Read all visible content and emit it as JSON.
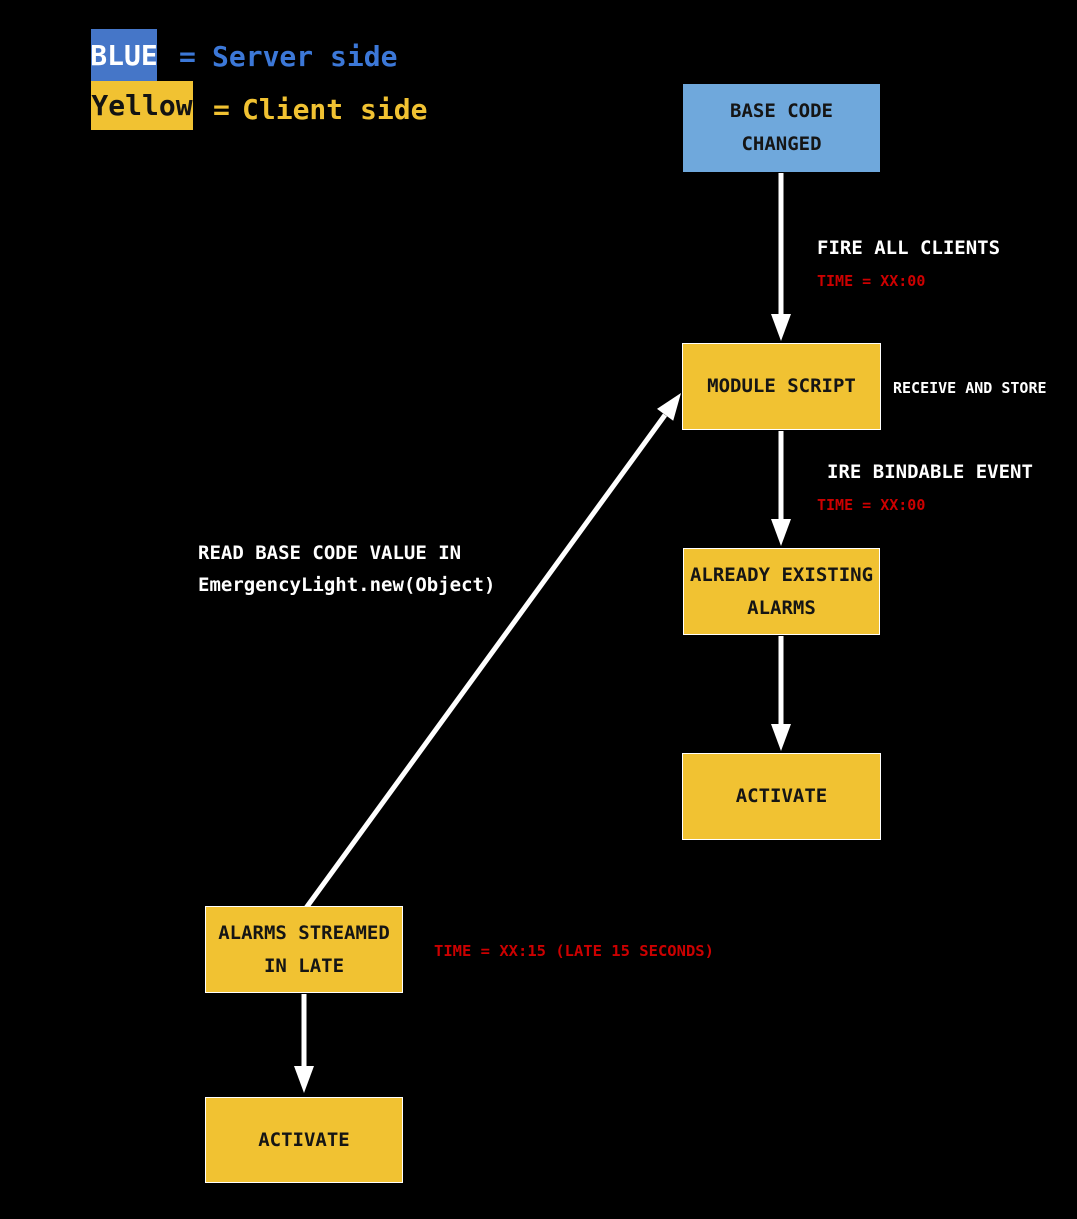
{
  "legend": {
    "rows": [
      {
        "chip": "BLUE",
        "eq": "=",
        "label": "Server side"
      },
      {
        "chip": "Yellow",
        "eq": "=",
        "label": "Client side"
      }
    ]
  },
  "nodes": [
    {
      "id": "base-code-changed",
      "side": "server",
      "lines": [
        "BASE CODE",
        "CHANGED"
      ]
    },
    {
      "id": "module-script",
      "side": "client",
      "lines": [
        "MODULE SCRIPT"
      ]
    },
    {
      "id": "already-existing-alarms",
      "side": "client",
      "lines": [
        "ALREADY EXISTING",
        "ALARMS"
      ]
    },
    {
      "id": "activate-existing",
      "side": "client",
      "lines": [
        "ACTIVATE"
      ]
    },
    {
      "id": "alarms-streamed-in-late",
      "side": "client",
      "lines": [
        "ALARMS STREAMED",
        "IN LATE"
      ]
    },
    {
      "id": "activate-late",
      "side": "client",
      "lines": [
        "ACTIVATE"
      ]
    }
  ],
  "labels": {
    "fire_all_clients": "FIRE ALL CLIENTS",
    "time_fire": "TIME = XX:00",
    "receive_and_store": "RECEIVE AND STORE",
    "ire_bindable_event": "IRE BINDABLE EVENT",
    "time_bindable": "TIME = XX:00",
    "read_line1": "READ BASE CODE VALUE IN",
    "read_line2": "EmergencyLight.new(Object)",
    "time_late": "TIME = XX:15 (LATE 15 SECONDS)"
  },
  "colors": {
    "background": "#000000",
    "server_blue": "#6fa8dc",
    "legend_blue": "#4576c8",
    "legend_text_blue": "#3c78d8",
    "client_yellow": "#f1c232",
    "time_red": "#cc0000",
    "arrow_white": "#ffffff",
    "box_text": "#151515"
  }
}
